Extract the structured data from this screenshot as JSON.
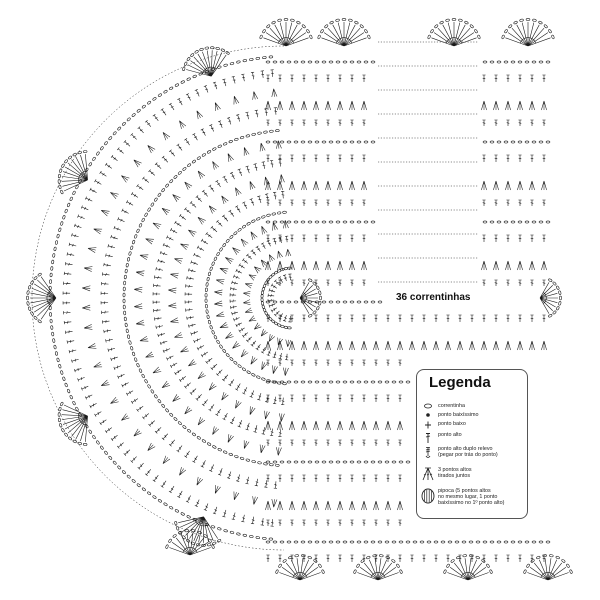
{
  "label_chain": "36 correntinhas",
  "legend": {
    "title": "Legenda",
    "items": [
      {
        "symbol": "chain-symbol",
        "text": "correntinha"
      },
      {
        "symbol": "slip-stitch-symbol",
        "text": "ponto baixíssimo"
      },
      {
        "symbol": "single-crochet-symbol",
        "text": "ponto baixo"
      },
      {
        "symbol": "double-crochet-symbol",
        "text": "ponto alto"
      },
      {
        "symbol": "back-post-double-crochet-symbol",
        "text": "ponto alto duplo relevo\n(pegar por trás do ponto)"
      },
      {
        "symbol": "dc3tog-symbol",
        "text": "3 pontos altos\ntirados juntos"
      },
      {
        "symbol": "popcorn-symbol",
        "text": "pipoca (5 pontos altos\nno mesmo lugar, 1 ponto\nbaixíssimo no 1º ponto alto)"
      }
    ]
  }
}
